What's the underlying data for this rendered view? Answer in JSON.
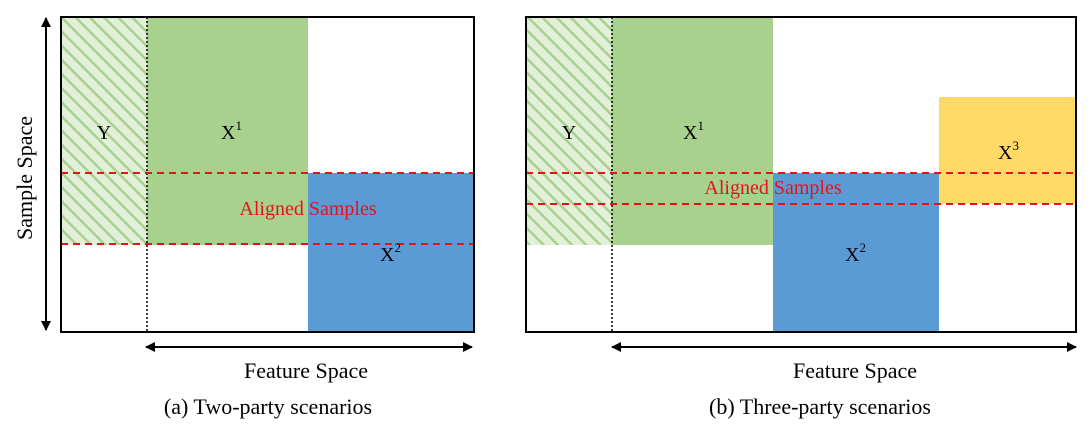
{
  "axes": {
    "sample_space": "Sample Space",
    "feature_space_a": "Feature Space",
    "feature_space_b": "Feature Space"
  },
  "panel_a": {
    "caption": "(a) Two-party scenarios",
    "y_label": "Y",
    "x1_base": "X",
    "x1_sup": "1",
    "x2_base": "X",
    "x2_sup": "2",
    "aligned": "Aligned Samples"
  },
  "panel_b": {
    "caption": "(b) Three-party scenarios",
    "y_label": "Y",
    "x1_base": "X",
    "x1_sup": "1",
    "x2_base": "X",
    "x2_sup": "2",
    "x3_base": "X",
    "x3_sup": "3",
    "aligned": "Aligned Samples"
  },
  "colors": {
    "green": "#a9d18e",
    "blue": "#5b9bd5",
    "yellow": "#ffd966",
    "aligned_line": "#e8101b"
  }
}
